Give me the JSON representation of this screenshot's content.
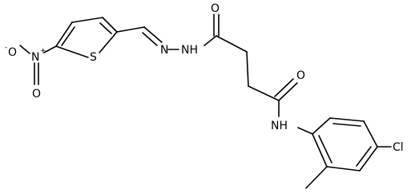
{
  "diagram": {
    "kind": "chemical-structure",
    "atom_labels": {
      "nitro_o_minus": "O",
      "nitro_o_minus_charge": "-",
      "nitro_n_plus": "N",
      "nitro_n_plus_charge": "+",
      "nitro_o": "O",
      "thiophene_s": "S",
      "hydrazone_n": "N",
      "hydrazone_nh": "NH",
      "carbonyl_o_top": "O",
      "carbonyl_o_right": "O",
      "amide_nh": "NH",
      "chloro": "Cl"
    }
  }
}
